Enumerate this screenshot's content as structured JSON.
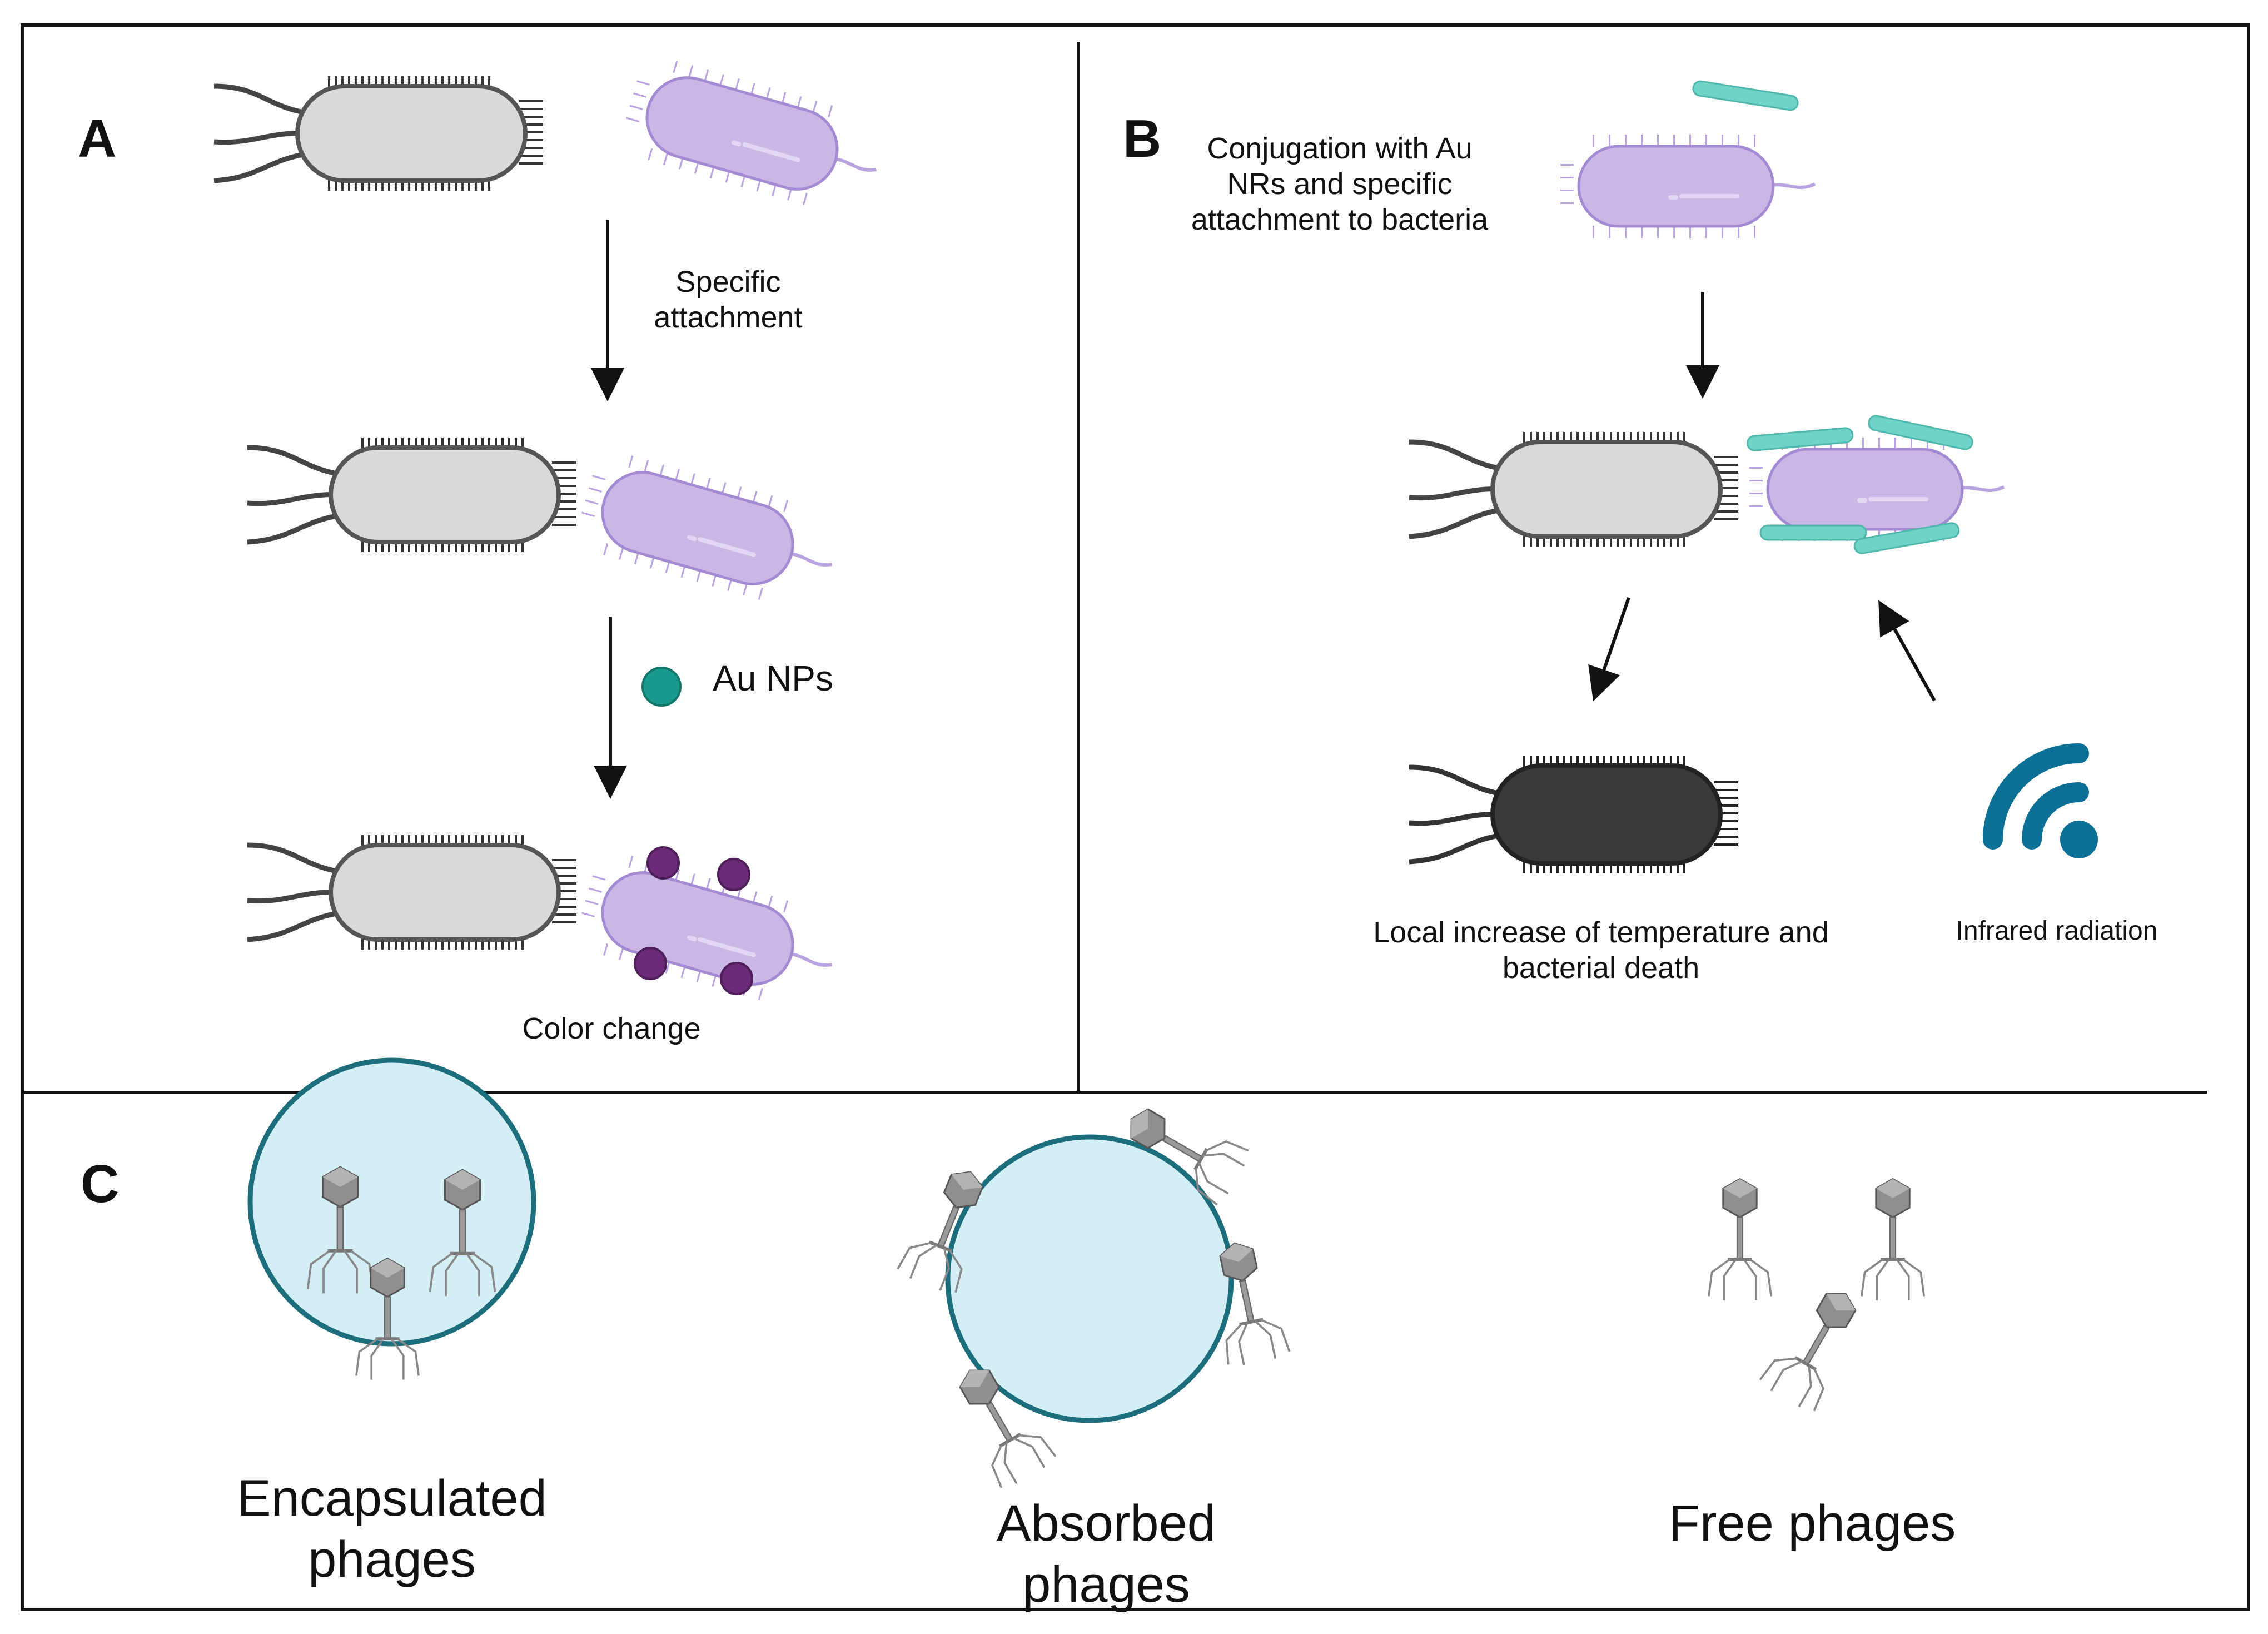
{
  "panels": {
    "a": {
      "letter": "A",
      "step1_label_line1": "Specific",
      "step1_label_line2": "attachment",
      "np_label": "Au NPs",
      "result_label": "Color change"
    },
    "b": {
      "letter": "B",
      "conj_line1": "Conjugation with Au",
      "conj_line2": "NRs and specific",
      "conj_line3": "attachment to bacteria",
      "death_line1": "Local increase of temperature and",
      "death_line2": "bacterial death",
      "ir_label": "Infrared radiation"
    },
    "c": {
      "letter": "C",
      "encapsulated_line1": "Encapsulated",
      "encapsulated_line2": "phages",
      "absorbed_line1": "Absorbed",
      "absorbed_line2": "phages",
      "free_label": "Free phages"
    }
  },
  "colors": {
    "bacterium_grey": "#d9d9d9",
    "bacterium_dead": "#3a3a3a",
    "bacterium_purple": "#c9b8e6",
    "nanoparticle_teal": "#1a9a8c",
    "nanoparticle_purple": "#6b2b7a",
    "nanorod": "#6fd3c8",
    "capsule_fill": "#d3eff5",
    "capsule_stroke": "#1d6e7d",
    "infrared_blue": "#0b6f96"
  },
  "icons": [
    "bacterium",
    "bacteriophage",
    "infrared-signal-icon",
    "arrow"
  ]
}
